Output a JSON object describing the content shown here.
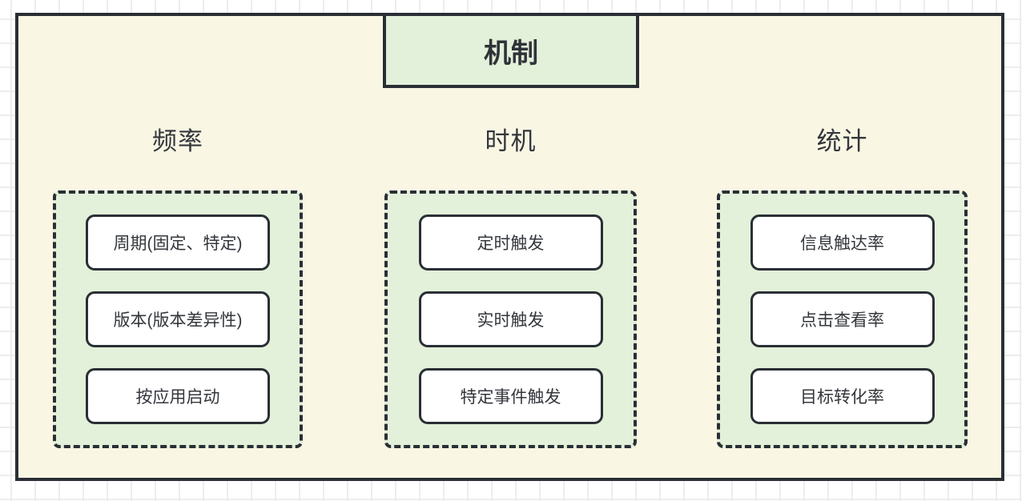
{
  "diagram": {
    "title": "机制",
    "columns": [
      {
        "header": "频率",
        "items": [
          "周期(固定、特定)",
          "版本(版本差异性)",
          "按应用启动"
        ]
      },
      {
        "header": "时机",
        "items": [
          "定时触发",
          "实时触发",
          "特定事件触发"
        ]
      },
      {
        "header": "统计",
        "items": [
          "信息触达率",
          "点击查看率",
          "目标转化率"
        ]
      }
    ]
  },
  "colors": {
    "panel_background": "#faf6e4",
    "group_background": "#e3f0da",
    "node_background": "#ffffff",
    "stroke": "#2a2f35",
    "grid_line": "#ededed",
    "text": "#33373c"
  }
}
